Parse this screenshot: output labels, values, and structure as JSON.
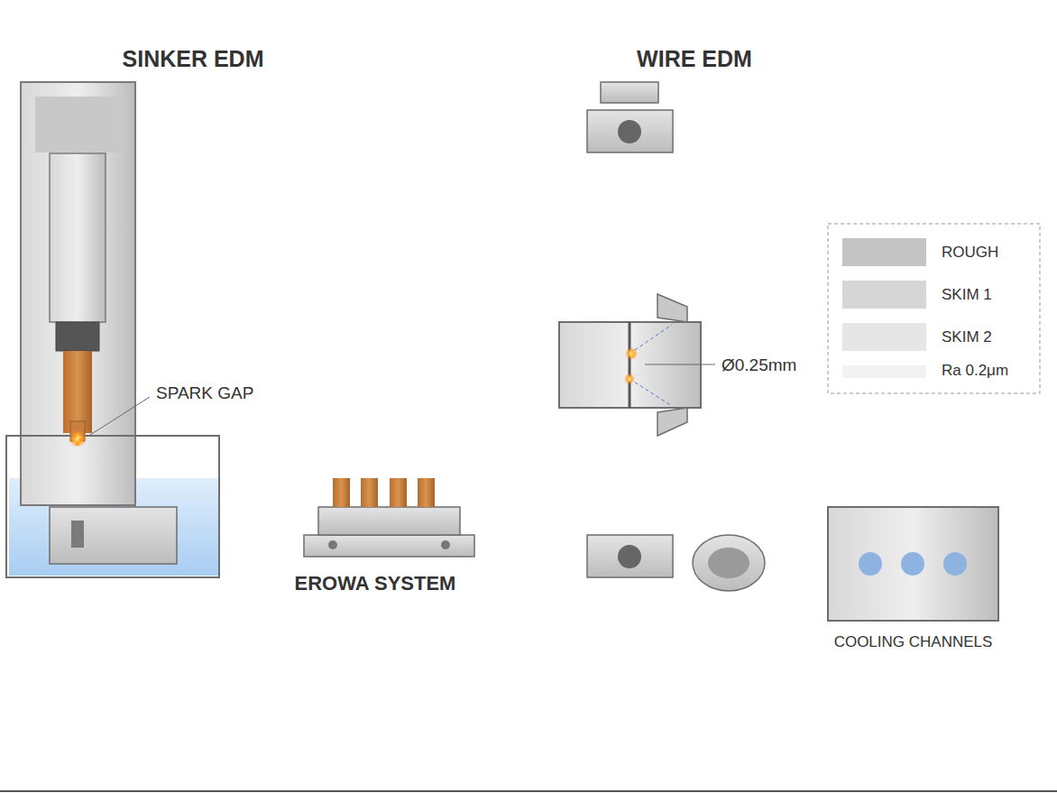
{
  "diagram": {
    "nodes": [
      {
        "text": [
          "EROWA SYSTEM"
        ]
      },
      {
        "text": [
          "COOLING CHANNELS"
        ]
      }
    ],
    "labels": [
      "SINKER EDM",
      "WIRE EDM",
      "SPARK GAP",
      "Ø0.25mm"
    ],
    "legend": [
      {
        "text": "ROUGH",
        "color": "#c4c4c4"
      },
      {
        "text": "SKIM 1",
        "color": "#d6d6d6"
      },
      {
        "text": "SKIM 2",
        "color": "#e6e6e6"
      },
      {
        "text": "Ra 0.2μm",
        "color": "#f2f2f2"
      }
    ]
  }
}
